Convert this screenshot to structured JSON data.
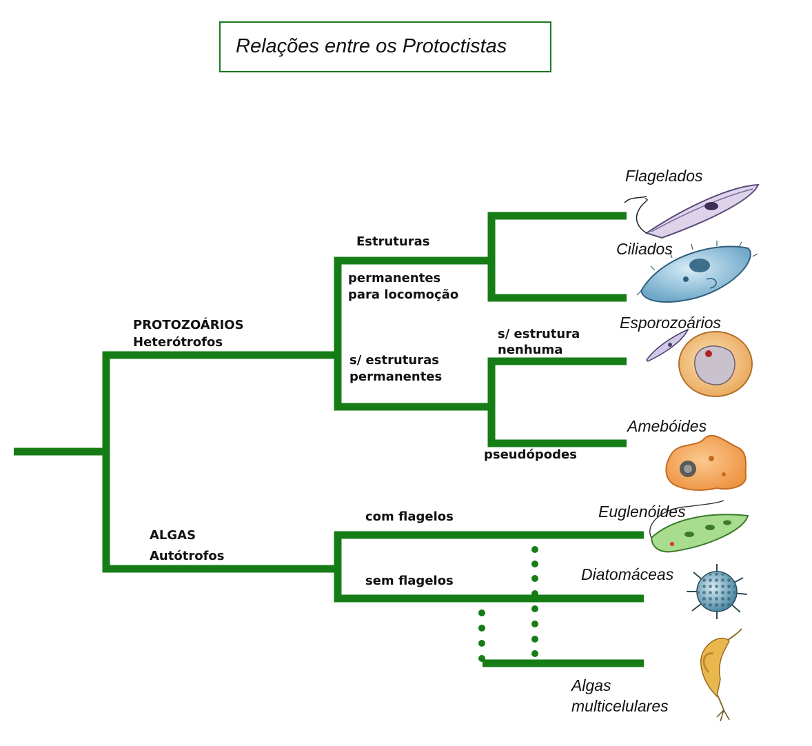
{
  "title": "Relações entre os Protoctistas",
  "colors": {
    "branch": "#167d16",
    "title_border": "#1a7a1a",
    "text": "#111111"
  },
  "groups": {
    "protozoa": {
      "name": "PROTOZOÁRIOS",
      "nutrition": "Heterótrofos"
    },
    "algae": {
      "name": "ALGAS",
      "nutrition": "Autótrofos"
    }
  },
  "branch_labels": {
    "structures_line1": "Estruturas",
    "structures_line2": "permanentes",
    "structures_line3": "para locomoção",
    "no_structures_line1": "s/ estruturas",
    "no_structures_line2": "permanentes",
    "no_structure_line1": "s/ estrutura",
    "no_structure_line2": "nenhuma",
    "pseudopods": "pseudópodes",
    "with_flagella": "com flagelos",
    "without_flagella": "sem flagelos"
  },
  "taxa": {
    "flagellates": "Flagelados",
    "ciliates": "Ciliados",
    "sporozoa": "Esporozoários",
    "amoeboids": "Amebóides",
    "euglenoids": "Euglenóides",
    "diatoms": "Diatomáceas",
    "multicellular_line1": "Algas",
    "multicellular_line2": "multicelulares"
  },
  "illustrations": {
    "flagellate": "flagellate-illustration",
    "ciliate": "paramecium-illustration",
    "sporozoan": "sporozoan-cell-illustration",
    "amoeba": "amoeba-illustration",
    "euglena": "euglena-illustration",
    "diatom": "radiolarian-diatom-illustration",
    "seaweed": "seaweed-illustration"
  }
}
